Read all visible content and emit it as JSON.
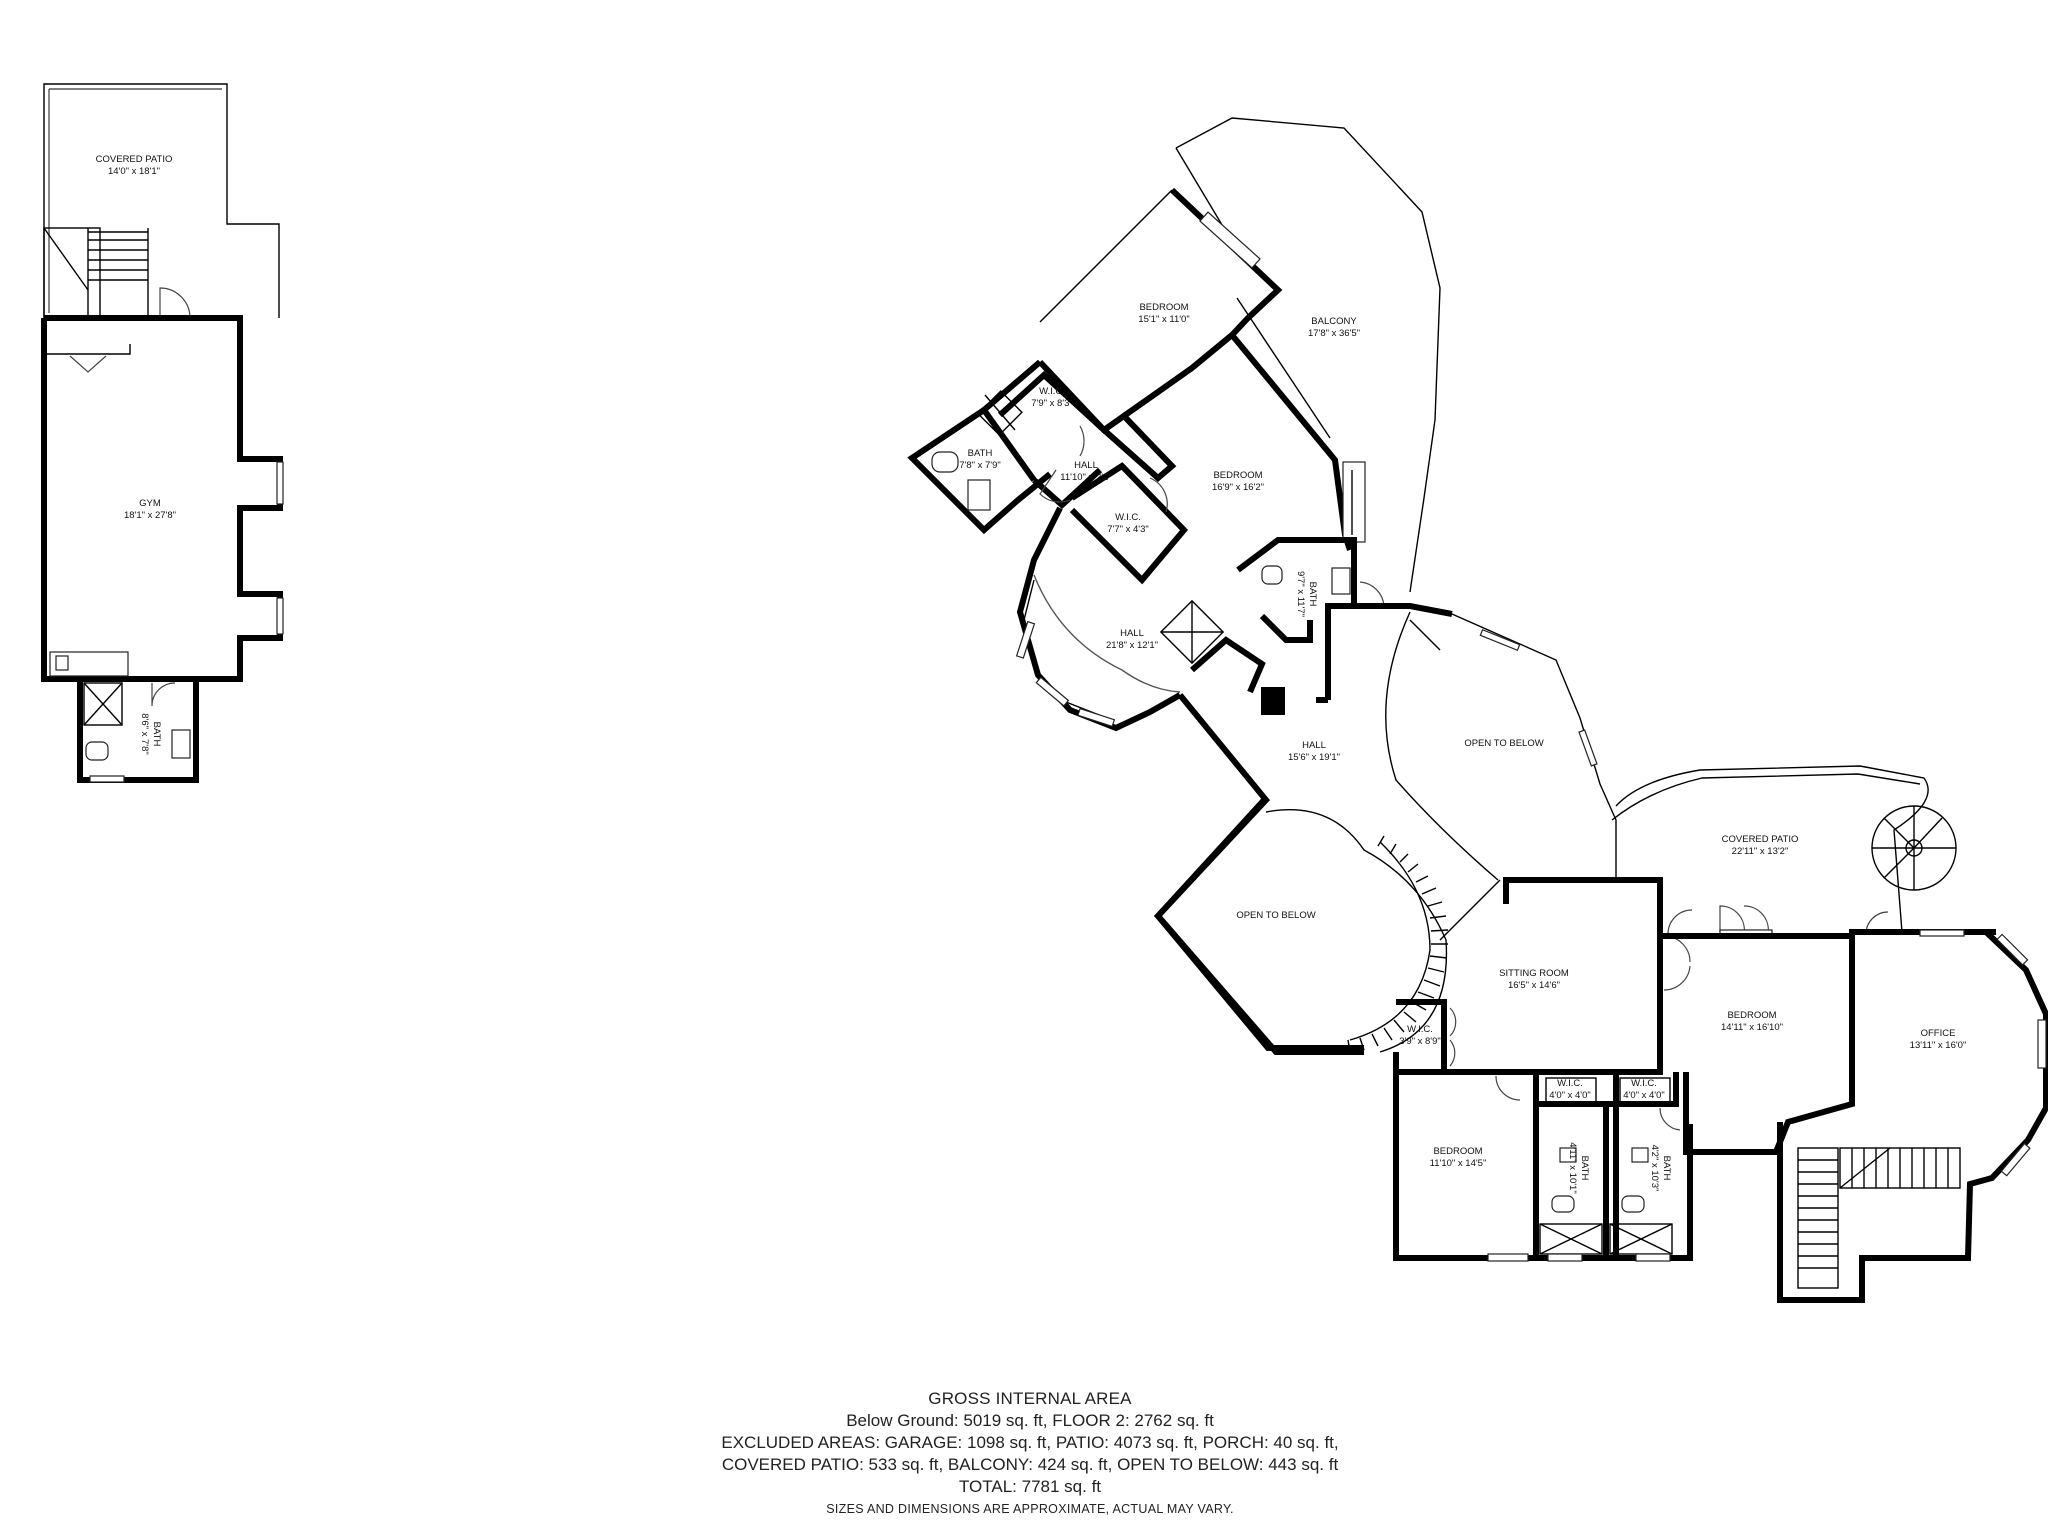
{
  "rooms": {
    "covered_patio_1": {
      "name": "COVERED PATIO",
      "dims": "14'0\" x 18'1\""
    },
    "gym": {
      "name": "GYM",
      "dims": "18'1\" x 27'8\""
    },
    "bath_gym": {
      "name": "BATH",
      "dims": "8'6\" x 7'8\""
    },
    "bedroom_top": {
      "name": "BEDROOM",
      "dims": "15'1\" x 11'0\""
    },
    "balcony": {
      "name": "BALCONY",
      "dims": "17'8\" x 36'5\""
    },
    "wic_top": {
      "name": "W.I.C.",
      "dims": "7'9\" x 8'3\""
    },
    "bath_left": {
      "name": "BATH",
      "dims": "7'8\" x 7'9\""
    },
    "hall_small": {
      "name": "HALL",
      "dims": "11'10\" x 2'1\""
    },
    "bedroom_mid": {
      "name": "BEDROOM",
      "dims": "16'9\" x 16'2\""
    },
    "wic_mid": {
      "name": "W.I.C.",
      "dims": "7'7\" x 4'3\""
    },
    "bath_mid": {
      "name": "BATH",
      "dims": "9'7\" x 11'7\""
    },
    "hall_left": {
      "name": "HALL",
      "dims": "21'8\" x 12'1\""
    },
    "hall_center": {
      "name": "HALL",
      "dims": "15'6\" x 19'1\""
    },
    "open_below_right": {
      "name": "OPEN TO BELOW"
    },
    "open_below_left": {
      "name": "OPEN TO BELOW"
    },
    "covered_patio_2": {
      "name": "COVERED PATIO",
      "dims": "22'11\" x 13'2\""
    },
    "sitting_room": {
      "name": "SITTING ROOM",
      "dims": "16'5\" x 14'6\""
    },
    "bedroom_right": {
      "name": "BEDROOM",
      "dims": "14'11\" x 16'10\""
    },
    "office": {
      "name": "OFFICE",
      "dims": "13'11\" x 16'0\""
    },
    "wic_small": {
      "name": "W.I.C.",
      "dims": "3'9\" x 8'9\""
    },
    "wic_b1": {
      "name": "W.I.C.",
      "dims": "4'0\" x 4'0\""
    },
    "wic_b2": {
      "name": "W.I.C.",
      "dims": "4'0\" x 4'0\""
    },
    "bedroom_bottom": {
      "name": "BEDROOM",
      "dims": "11'10\" x 14'5\""
    },
    "bath_b1": {
      "name": "BATH",
      "dims": "4'11\" x 10'1\""
    },
    "bath_b2": {
      "name": "BATH",
      "dims": "4'2\" x 10'3\""
    }
  },
  "summary": {
    "heading": "GROSS INTERNAL AREA",
    "line1": "Below Ground: 5019 sq. ft, FLOOR 2: 2762 sq. ft",
    "line2": "EXCLUDED AREAS: GARAGE: 1098 sq. ft, PATIO: 4073 sq. ft, PORCH: 40 sq. ft,",
    "line3": "COVERED PATIO: 533 sq. ft, BALCONY: 424 sq. ft, OPEN TO BELOW: 443 sq. ft",
    "line4": "TOTAL: 7781 sq. ft",
    "note": "SIZES AND DIMENSIONS ARE APPROXIMATE, ACTUAL MAY VARY."
  }
}
